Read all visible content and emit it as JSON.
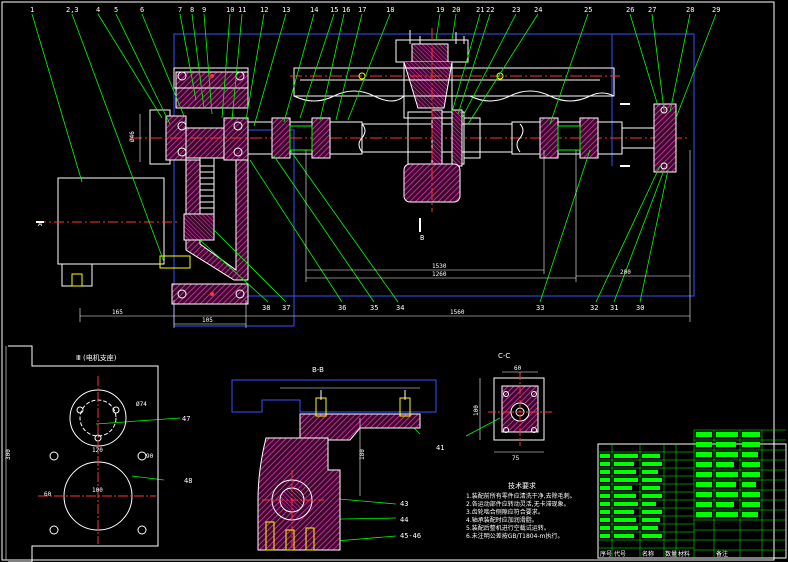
{
  "part_numbers_top": [
    "1",
    "2,3",
    "4",
    "5",
    "6",
    "7",
    "8",
    "9",
    "10",
    "11",
    "12",
    "13",
    "14",
    "15",
    "16",
    "17",
    "18",
    "19",
    "20",
    "21",
    "22",
    "23",
    "24",
    "25",
    "26",
    "27",
    "28",
    "29"
  ],
  "part_numbers_bottom": [
    "30",
    "31",
    "32",
    "33",
    "34",
    "35",
    "36",
    "37",
    "38"
  ],
  "part_numbers_detail": [
    "41",
    "43",
    "44",
    "45-46",
    "47",
    "48"
  ],
  "dimensions": {
    "overall_length": "1560",
    "left_offset": "165",
    "base_width": "105",
    "span_1530": "1530",
    "span_1260": "1260",
    "span_200": "200",
    "shaft_dia": "Ø46",
    "bolt_circle": "Ø74",
    "flange_60": "60",
    "flange_75": "75",
    "flange_90": "90",
    "flange_100": "100",
    "hole_120": "120",
    "view_b_height": "180",
    "view_c_height": "100",
    "plate_side": "300"
  },
  "section_labels": {
    "view_b": "B-B",
    "view_c": "C-C",
    "plate_view": "Ⅲ (电机支座)",
    "marker_a": "A",
    "marker_b": "B"
  },
  "notes": {
    "title": "技术要求",
    "lines": [
      "1.装配前所有零件应清洗干净,去除毛刺。",
      "2.各运动部件应转动灵活,无卡滞现象。",
      "3.齿轮啮合侧隙应符合要求。",
      "4.轴承装配时应加润滑脂。",
      "5.装配后整机进行空载试运转。",
      "6.未注明公差按GB/T1804-m执行。"
    ]
  },
  "title_block": {
    "rows": [
      "序号",
      "代号",
      "名称",
      "数量",
      "材料",
      "备注"
    ]
  }
}
